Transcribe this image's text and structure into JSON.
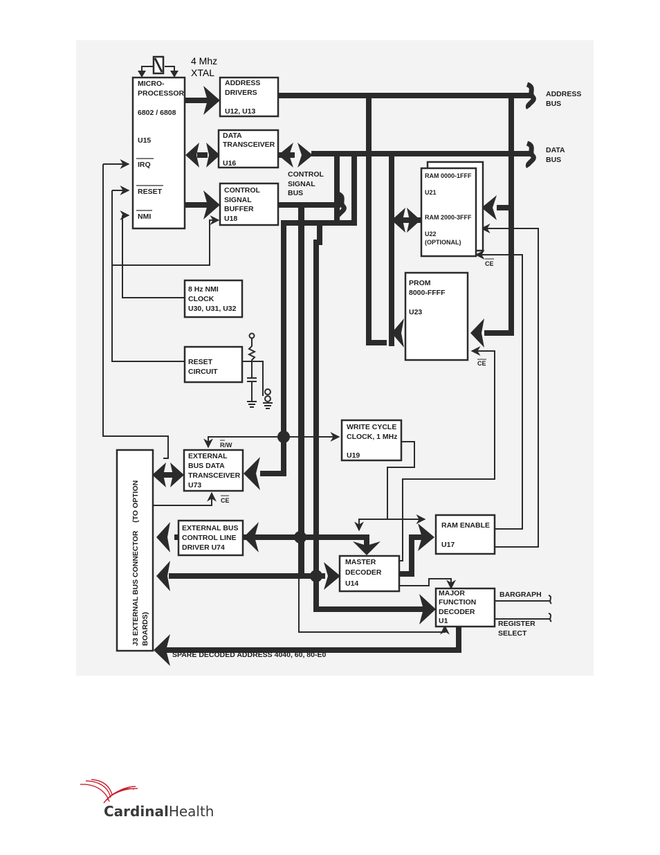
{
  "crystal": {
    "line1": "4 Mhz",
    "line2": "XTAL"
  },
  "blocks": {
    "microprocessor": {
      "line1": "MICRO-",
      "line2": "PROCESSOR",
      "line3": "6802 / 6808",
      "line4": "U15",
      "pin_irq": "IRQ",
      "pin_reset": "RESET",
      "pin_nmi": "NMI"
    },
    "address_drivers": {
      "line1": "ADDRESS",
      "line2": "DRIVERS",
      "line3": "U12, U13"
    },
    "data_transceiver": {
      "line1": "DATA",
      "line2": "TRANSCEIVER",
      "line3": "U16"
    },
    "control_signal_buffer": {
      "line1": "CONTROL",
      "line2": "SIGNAL",
      "line3": "BUFFER",
      "line4": "U18"
    },
    "ram": {
      "line1": "RAM 0000-1FFF",
      "line2": "U21",
      "line3": "RAM 2000-3FFF",
      "line4": "U22",
      "line5": "(OPTIONAL)",
      "ce": "CE"
    },
    "prom": {
      "line1": "PROM",
      "line2": "8000-FFFF",
      "line3": "U23",
      "ce": "CE"
    },
    "nmi_clock": {
      "line1": "8 Hz  NMI",
      "line2": "CLOCK",
      "line3": "U30, U31, U32"
    },
    "reset_circuit": {
      "line1": "RESET",
      "line2": "CIRCUIT"
    },
    "write_cycle_clock": {
      "line1": "WRITE CYCLE",
      "line2": "CLOCK,  1 MHz",
      "line3": "U19"
    },
    "ext_bus_data_transceiver": {
      "line1": "EXTERNAL",
      "line2": "BUS DATA",
      "line3": "TRANSCEIVER",
      "line4": "U73",
      "rw": "R/W",
      "ce": "CE"
    },
    "ext_bus_control_driver": {
      "line1": "EXTERNAL BUS",
      "line2": "CONTROL LINE",
      "line3": "DRIVER U74"
    },
    "ram_enable": {
      "line1": "RAM ENABLE",
      "line2": "U17"
    },
    "master_decoder": {
      "line1": "MASTER",
      "line2": "DECODER",
      "line3": "U14"
    },
    "major_function_decoder": {
      "line1": "MAJOR",
      "line2": "FUNCTION",
      "line3": "DECODER",
      "line4": "U1"
    },
    "j3_connector": {
      "line1": "J3 EXTERNAL BUS CONNECTOR    (TO OPTION",
      "line2": "BOARDS)"
    }
  },
  "bus_labels": {
    "address_bus": {
      "line1": "ADDRESS",
      "line2": "BUS"
    },
    "data_bus": {
      "line1": "DATA",
      "line2": "BUS"
    },
    "control_signal_bus": {
      "line1": "CONTROL",
      "line2": "SIGNAL",
      "line3": "BUS"
    }
  },
  "outputs": {
    "bargraph": "BARGRAPH",
    "register_select": {
      "line1": "REGISTER",
      "line2": "SELECT"
    },
    "spare_decoded": "SPARE DECODED ADDRESS 4040, 60, 80-E0"
  },
  "logo": {
    "word1": "Cardinal",
    "word2": "Health",
    "brand_color": "#c8202f"
  },
  "colors": {
    "ink": "#2b2b2b",
    "scan_background": "#f3f3f3"
  }
}
